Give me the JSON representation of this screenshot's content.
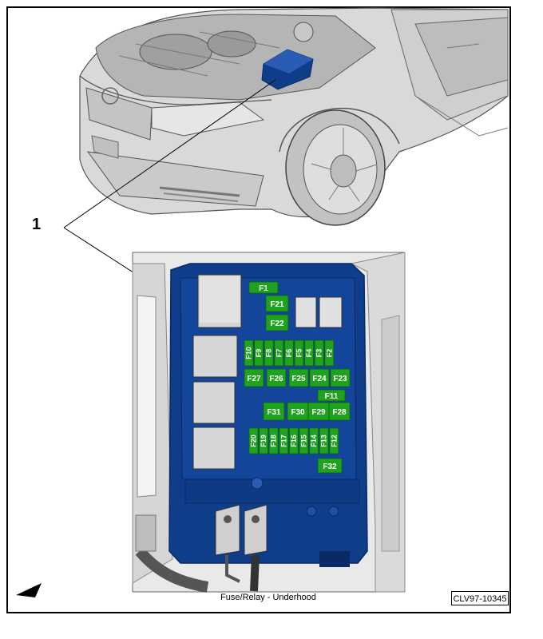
{
  "callout_number": "1",
  "caption": "Fuse/Relay - Underhood",
  "diagram_code": "CLV97-10345",
  "colors": {
    "fuse_green": "#1fa31f",
    "box_blue": "#0f3d8a",
    "box_dark": "#0a2a66",
    "car_gray": "#d4d4d4"
  },
  "fuses_horizontal": [
    "F1",
    "F21",
    "F22",
    "F27",
    "F26",
    "F25",
    "F24",
    "F23",
    "F11",
    "F31",
    "F30",
    "F29",
    "F28",
    "F32"
  ],
  "fuses_vertical_top": [
    "F10",
    "F9",
    "F8",
    "F7",
    "F6",
    "F5",
    "F4",
    "F3",
    "F2"
  ],
  "fuses_vertical_bottom": [
    "F20",
    "F19",
    "F18",
    "F17",
    "F16",
    "F15",
    "F14",
    "F13",
    "F12"
  ],
  "icons": [
    "car-illustration",
    "fuse-box",
    "direction-arrow-icon"
  ]
}
